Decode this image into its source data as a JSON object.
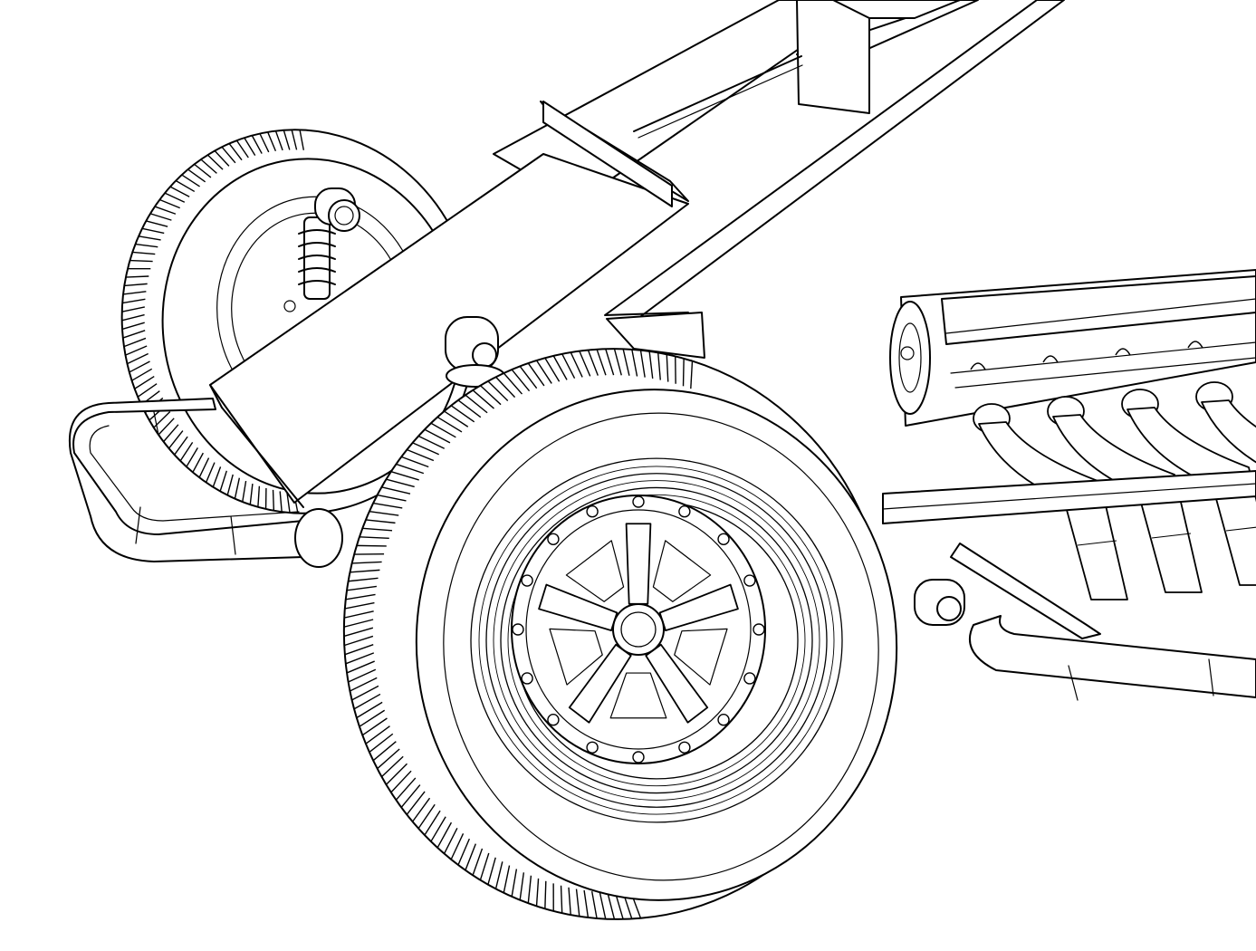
{
  "drawing": {
    "subject": "car-chassis-front-suspension-line-drawing",
    "style": "black-line-art",
    "colors": {
      "stroke": "#000000",
      "background": "#ffffff"
    },
    "parts": {
      "rear_wheel": {
        "icon": "wheel-icon"
      },
      "front_wheel": {
        "icon": "wheel-icon",
        "spoke_count": 5,
        "lug_bolt_count": 16
      },
      "coilover_shock": {
        "icon": "spring-icon"
      },
      "engine": {
        "icon": "engine-icon",
        "exhaust_header_pipes": 4
      },
      "front_bumper": {
        "icon": "bumper-icon"
      }
    }
  }
}
